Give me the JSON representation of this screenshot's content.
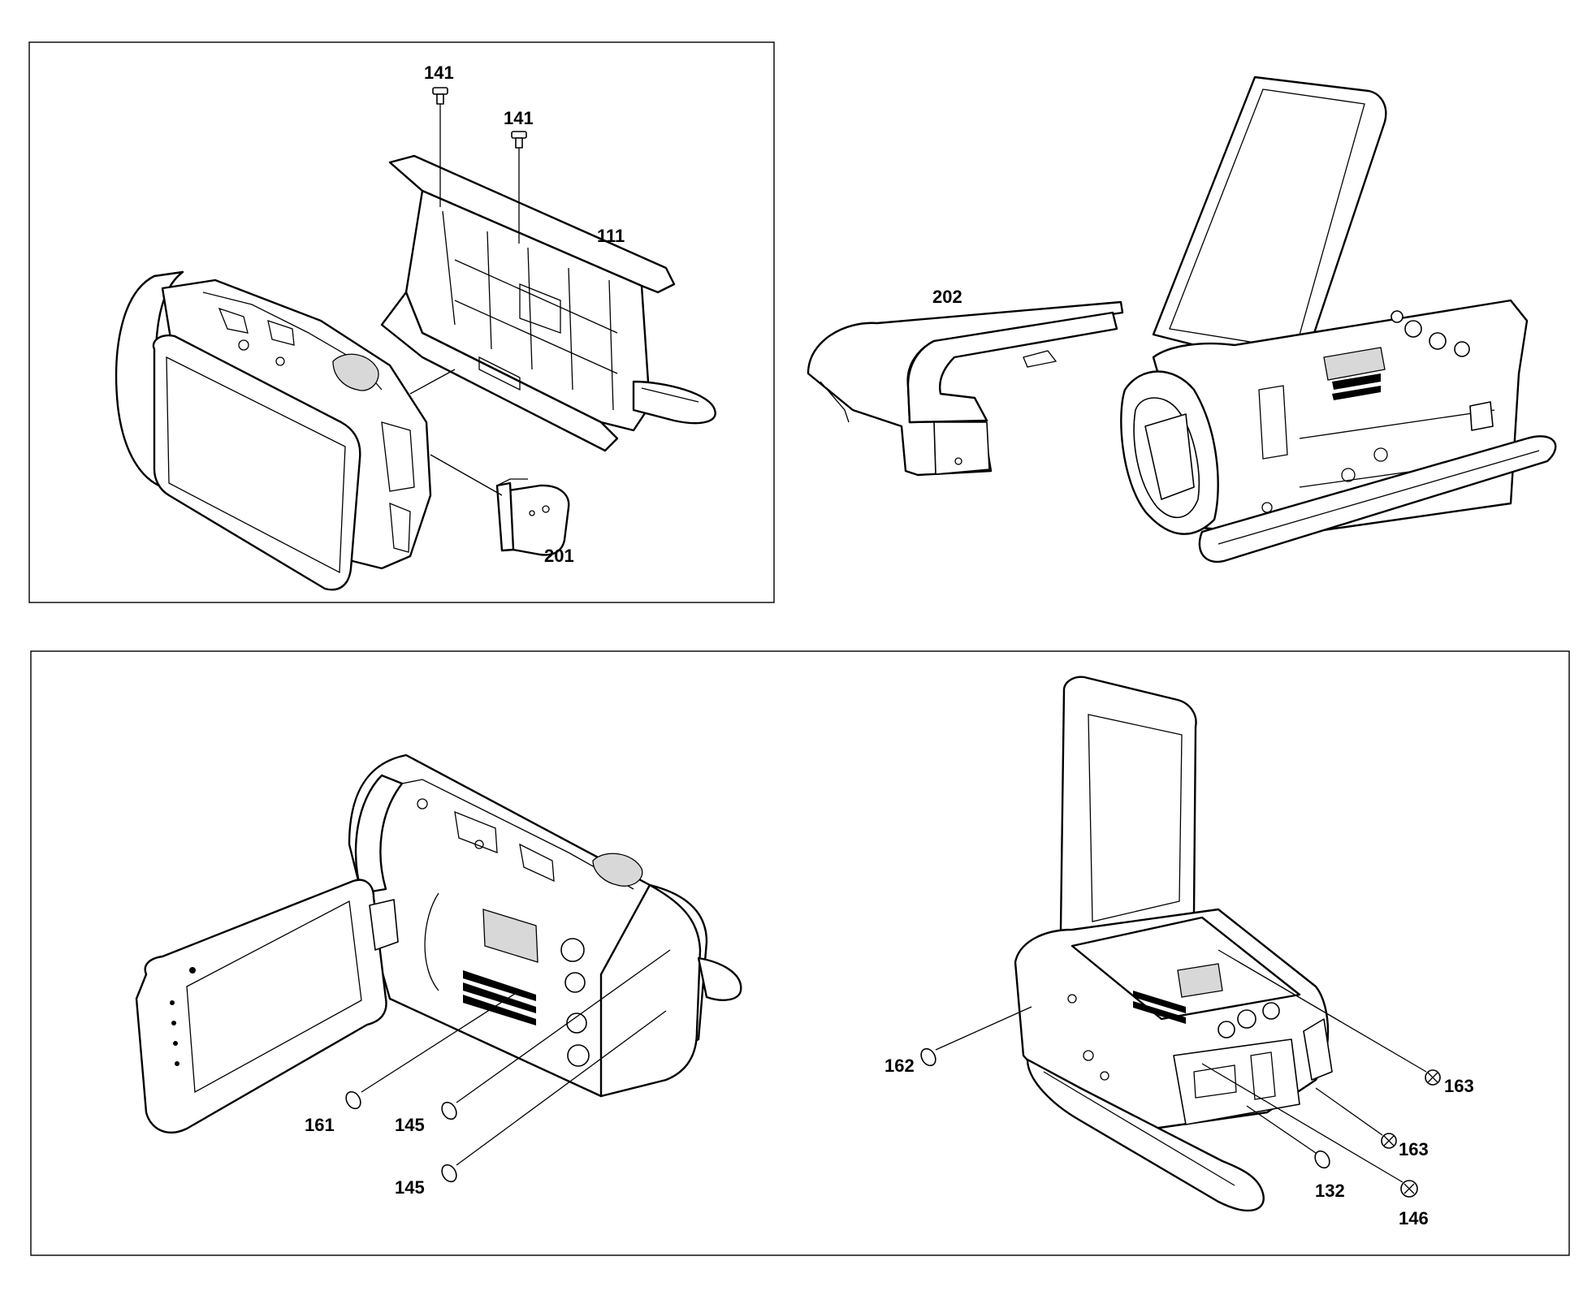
{
  "labels": {
    "p141a": "141",
    "p141b": "141",
    "p111": "111",
    "p201": "201",
    "p202": "202",
    "p161": "161",
    "p145a": "145",
    "p145b": "145",
    "p162": "162",
    "p163a": "163",
    "p163b": "163",
    "p132": "132",
    "p146": "146"
  }
}
